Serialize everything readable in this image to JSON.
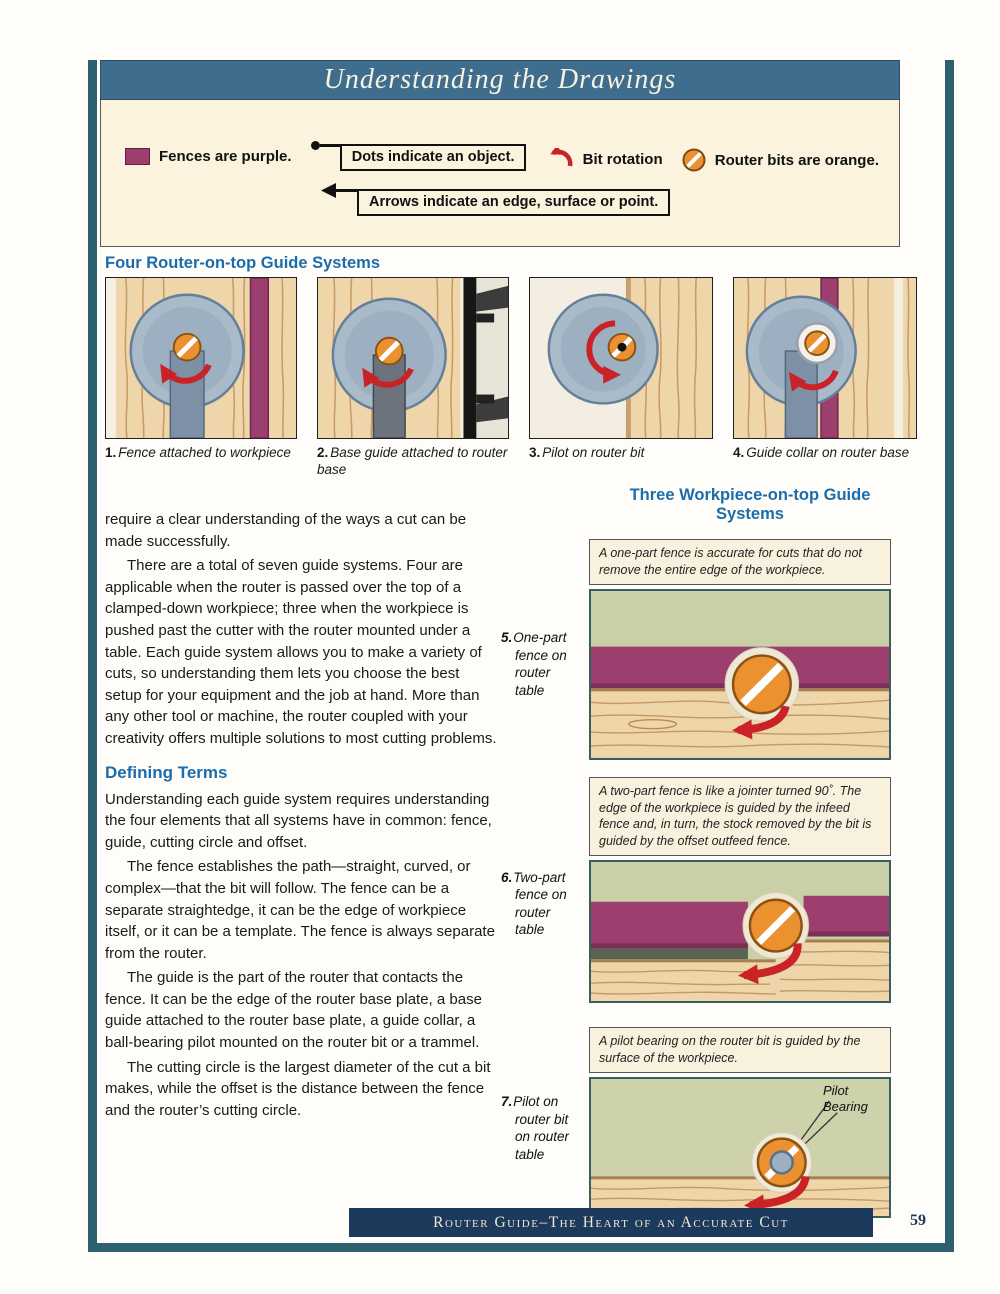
{
  "page": {
    "banner_title": "Understanding the Drawings",
    "footer_title": "Router Guide–The Heart of an Accurate Cut",
    "page_number": "59"
  },
  "legend": {
    "fences_label": "Fences are purple.",
    "dots_label": "Dots indicate an object.",
    "bit_rotation_label": "Bit rotation",
    "router_bits_label": "Router bits are orange.",
    "arrows_label": "Arrows indicate an edge, surface or point."
  },
  "sections": {
    "four_systems_title": "Four Router-on-top Guide Systems",
    "three_systems_title": "Three Workpiece-on-top Guide Systems",
    "defining_terms_title": "Defining Terms"
  },
  "top_figures": [
    {
      "num": "1.",
      "caption": "Fence attached to workpiece"
    },
    {
      "num": "2.",
      "caption": "Base guide attached to router base"
    },
    {
      "num": "3.",
      "caption": "Pilot on router bit"
    },
    {
      "num": "4.",
      "caption": "Guide collar on router base"
    }
  ],
  "side_figures": [
    {
      "num": "5.",
      "label": "One-part fence on router table",
      "caption": "A one-part fence is accurate for cuts that do not remove the entire edge of the workpiece."
    },
    {
      "num": "6.",
      "label": "Two-part fence on router table",
      "caption": "A two-part fence is like a jointer turned 90˚. The edge of the workpiece is guided by the infeed fence and, in turn, the stock removed by the bit is guided by the offset outfeed fence."
    },
    {
      "num": "7.",
      "label": "Pilot on router bit on router table",
      "caption": "A pilot bearing on the router bit is guided by the surface of the workpiece.",
      "annotation": "Pilot Bearing"
    }
  ],
  "body": {
    "para1": "require a clear understanding of the ways a cut can be made successfully.",
    "para2": "There are a total of seven guide systems. Four are applicable when the router is passed over the top of a clamped-down workpiece; three when the workpiece is pushed past the cutter with the router mounted under a table. Each guide system allows you to make a variety of cuts, so understanding them lets you choose the best setup for your equipment and the job at hand. More than any other tool or machine, the router coupled with your creativity offers multiple solutions to most cutting problems.",
    "para3": "Understanding each guide system requires understanding the four elements that all systems have in common: fence, guide, cutting circle and offset.",
    "para4": "The fence establishes the path—straight, curved, or complex—that the bit will follow. The fence can be a separate straightedge, it can be the edge of workpiece itself, or it can be a template. The fence is always separate from the router.",
    "para5": "The guide is the part of the router that contacts the fence. It can be the edge of the router base plate, a base guide attached to the router base plate, a guide collar, a ball-bearing pilot mounted on the router bit or a trammel.",
    "para6": "The cutting circle is the largest diameter of the cut a bit makes, while the offset is the distance between the fence and the router’s cutting circle."
  },
  "colors": {
    "banner_blue": "#3f6d8e",
    "heading_blue": "#1b6cab",
    "fence_purple": "#9c3e6e",
    "bit_orange": "#ec9130",
    "rotation_red": "#c92327",
    "frame_teal": "#2e6170",
    "footer_navy": "#1b3a5c",
    "legend_cream": "#fbf3dd",
    "table_green": "#c9cfa7",
    "wood_tan": "#eed5aa",
    "router_base_gray": "#a9bac9"
  }
}
